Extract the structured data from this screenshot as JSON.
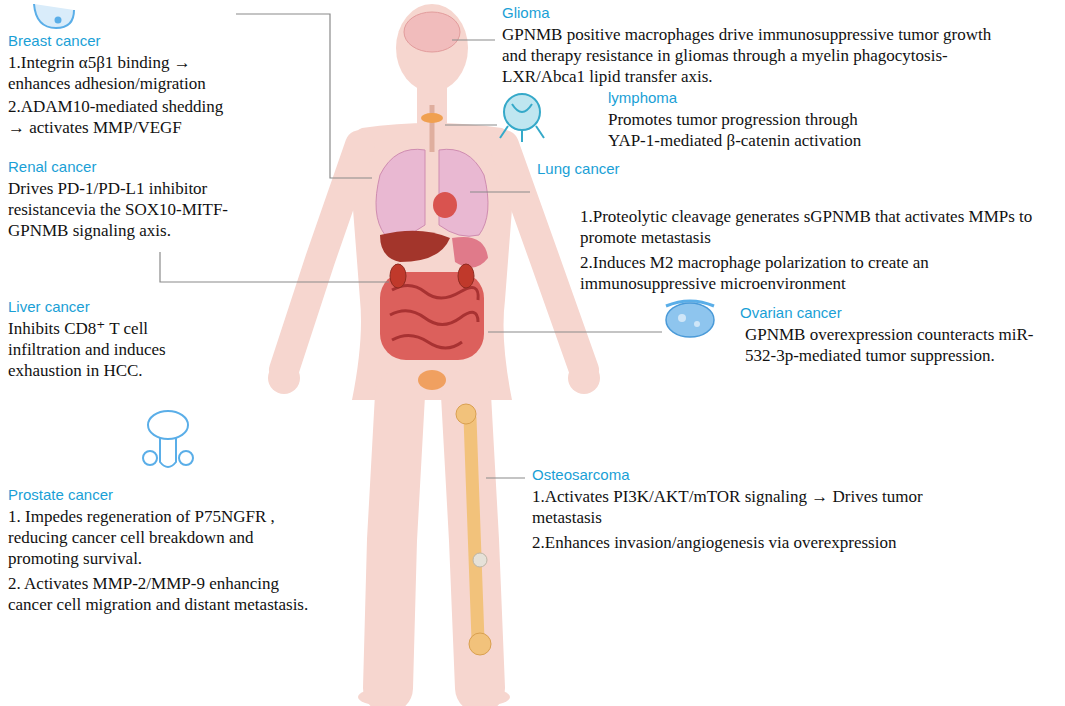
{
  "diagram": {
    "labels": [
      "Glioma",
      "GPNMB positive macrophages drive immunosuppressive tumor growth and therapy resistance in gliomas through a myelin phagocytosis-LXR/Abca1 lipid transfer axis.",
      "Breast cancer",
      "1.Integrin α5β1 binding → enhances adhesion/migration",
      "2.ADAM10-mediated shedding → activates MMP/VEGF",
      "lymphoma",
      "Promotes tumor progression through YAP-1-mediated β-catenin activation",
      "Renal cancer",
      "Drives PD-1/PD-L1 inhibitor resistancevia the SOX10-MITF-GPNMB signaling axis.",
      "Lung cancer",
      "1.Proteolytic cleavage generates sGPNMB that activates MMPs to promote metastasis",
      "2.Induces M2 macrophage polarization to create an immunosuppressive microenvironment",
      "Liver cancer",
      "Inhibits CD8⁺ T cell infiltration and induces exhaustion in HCC.",
      "Ovarian cancer",
      "GPNMB overexpression counteracts miR-532-3p-mediated tumor suppression.",
      "Osteosarcoma",
      "1.Activates PI3K/AKT/mTOR signaling → Drives tumor metastasis",
      "2.Enhances invasion/angiogenesis via overexpression",
      "Prostate cancer",
      "1. Impedes regeneration of P75NGFR , reducing cancer cell breakdown and promoting survival.",
      "2. Activates MMP-2/MMP-9 enhancing cancer cell migration and distant metastasis."
    ]
  }
}
